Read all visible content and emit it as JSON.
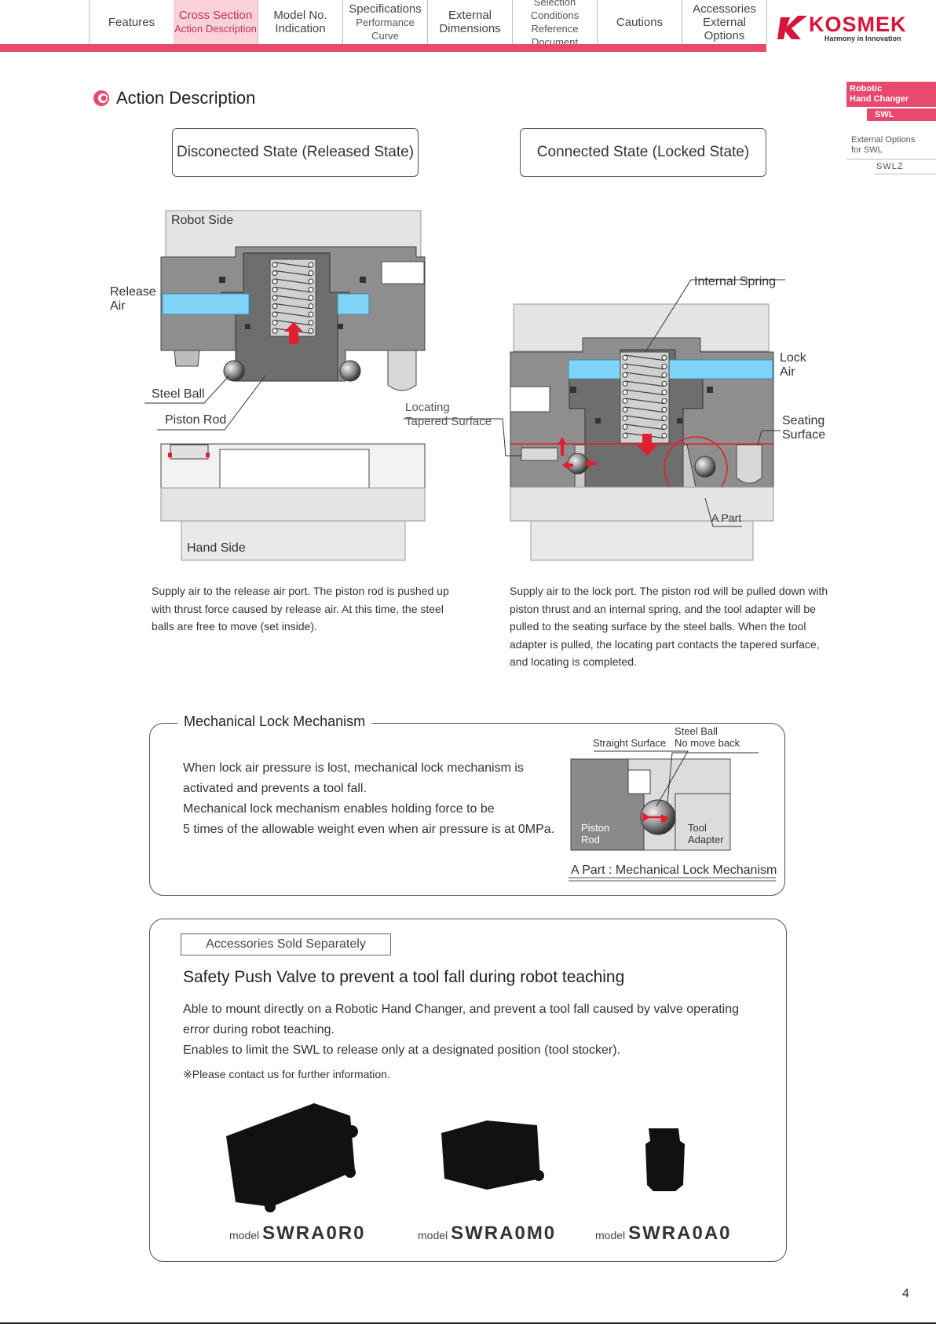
{
  "nav": {
    "tabs": [
      {
        "l1": "Features",
        "l2": ""
      },
      {
        "l1": "Cross Section",
        "l2": "Action Description"
      },
      {
        "l1": "Model No.",
        "l2": "Indication"
      },
      {
        "l1": "Specifications",
        "l2": "Performance Curve"
      },
      {
        "l1": "External",
        "l2": "Dimensions"
      },
      {
        "l1": "Selection Conditions",
        "l2": "Reference Document"
      },
      {
        "l1": "Cautions",
        "l2": ""
      },
      {
        "l1": "Accessories",
        "l2": "External Options"
      }
    ],
    "active_index": 1,
    "accent_color": "#e84a6e"
  },
  "logo": {
    "name": "KOSMEK",
    "tagline": "Harmony in Innovation",
    "color": "#d7143a"
  },
  "side": {
    "head_l1": "Robotic",
    "head_l2": "Hand Changer",
    "swl": "SWL",
    "ext_l1": "External Options",
    "ext_l2": "for SWL",
    "swlz": "SWLZ"
  },
  "section": {
    "title": "Action Description",
    "icon": "section-bullet-icon"
  },
  "released": {
    "state_title": "Disconected State (Released State)",
    "robot_side": "Robot Side",
    "hand_side": "Hand Side",
    "release_air_l1": "Release",
    "release_air_l2": "Air",
    "steel_ball": "Steel Ball",
    "piston_rod": "Piston Rod",
    "desc_lines": [
      "Supply air to the release air port. The piston rod is pushed up",
      "with thrust force caused by release air. At this time, the steel",
      "balls are free to move (set inside)."
    ]
  },
  "locked": {
    "state_title": "Connected State (Locked State)",
    "internal_spring": "Internal Spring",
    "lock_air_l1": "Lock",
    "lock_air_l2": "Air",
    "seating_l1": "Seating",
    "seating_l2": "Surface",
    "locating_l1": "Locating",
    "locating_l2": "Tapered Surface",
    "a_part": "A Part",
    "desc_lines": [
      "Supply air to the lock port. The piston rod will be pulled down with",
      "piston thrust and an internal spring, and the tool adapter will be",
      "pulled to the seating surface by the steel balls. When the tool",
      "adapter is pulled, the locating part contacts the tapered surface,",
      "and locating is completed."
    ]
  },
  "mechanical": {
    "title": "Mechanical Lock Mechanism",
    "lines": [
      "When lock air pressure is lost, mechanical lock mechanism is",
      "activated and prevents a tool fall.",
      "Mechanical lock mechanism enables holding force to be",
      "5 times of the allowable weight even when air pressure is at 0MPa."
    ],
    "straight_surface": "Straight Surface",
    "steel_ball_l1": "Steel Ball",
    "steel_ball_l2": "No move back",
    "piston_l1": "Piston",
    "piston_l2": "Rod",
    "tool_l1": "Tool",
    "tool_l2": "Adapter",
    "caption": "A Part : Mechanical Lock Mechanism"
  },
  "accessories": {
    "tag": "Accessories Sold Separately",
    "title": "Safety Push Valve to prevent a tool fall during robot teaching",
    "lines": [
      "Able to mount directly on a Robotic Hand Changer, and prevent a tool fall caused by valve operating",
      "error during robot teaching.",
      "Enables to limit the SWL to release only at a designated position (tool stocker)."
    ],
    "note": "※Please contact us for further information.",
    "models": [
      {
        "prefix": "model",
        "code": "SWRA0R0"
      },
      {
        "prefix": "model",
        "code": "SWRA0M0"
      },
      {
        "prefix": "model",
        "code": "SWRA0A0"
      }
    ]
  },
  "colors": {
    "air": "#7fd3f5",
    "body": "#8c8c8c",
    "dark": "#6e6e6e",
    "light": "#dcdcdc",
    "red": "#e02030"
  },
  "page_number": "4"
}
